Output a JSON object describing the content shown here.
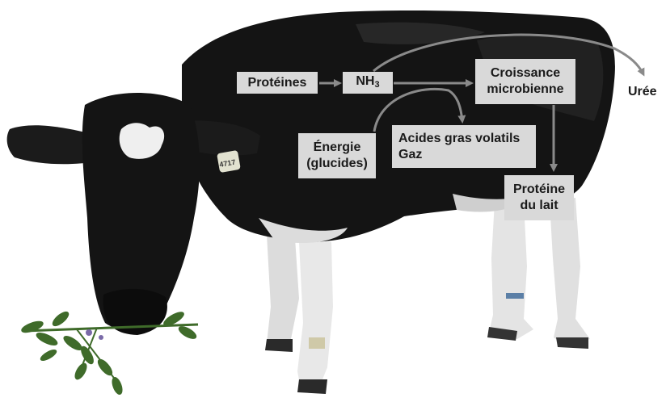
{
  "labels": {
    "proteines": "Protéines",
    "nh3_base": "NH",
    "nh3_sub": "3",
    "croissance_line1": "Croissance",
    "croissance_line2": "microbienne",
    "uree": "Urée",
    "energie_line1": "Énergie",
    "energie_line2": "(glucides)",
    "acides_line1": "Acides gras volatils",
    "acides_line2": "Gaz",
    "proteine_lait_line1": "Protéine",
    "proteine_lait_line2": "du lait"
  },
  "ear_tag": "4717",
  "colors": {
    "box_fill": "#d9d9d9",
    "cow_black": "#141414",
    "cow_white": "#e6e6e6",
    "arrow": "#8a8a8a",
    "plant": "#3f6b2a"
  }
}
